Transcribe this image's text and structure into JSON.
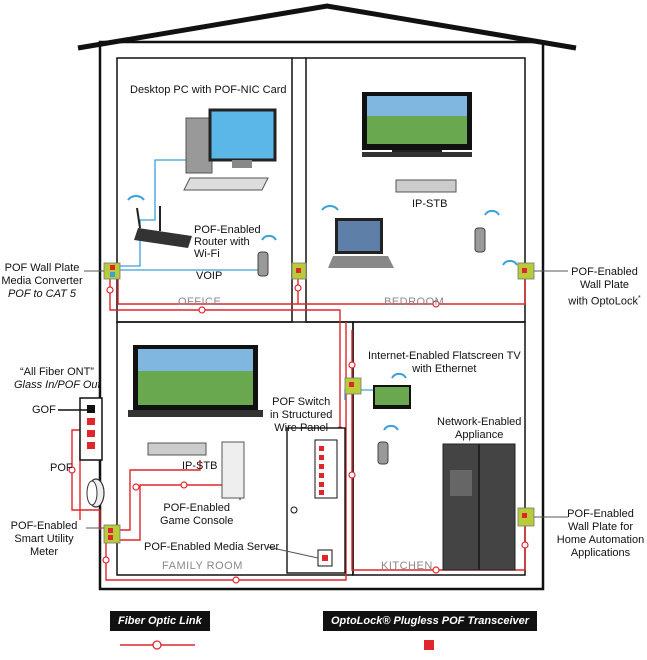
{
  "rooms": {
    "office": "OFFICE",
    "bedroom": "BEDROOM",
    "family_room": "FAMILY ROOM",
    "kitchen": "KITCHEN"
  },
  "devices": {
    "desktop_pc": "Desktop PC with POF-NIC Card",
    "router_line1": "POF-Enabled",
    "router_line2": "Router with",
    "router_line3": "Wi-Fi",
    "voip": "VOIP",
    "ipstb_bedroom": "IP-STB",
    "ipstb_family": "IP-STB",
    "flatscreen_line1": "Internet-Enabled Flatscreen TV",
    "flatscreen_line2": "with Ethernet",
    "pof_switch_line1": "POF Switch",
    "pof_switch_line2": "in Structured",
    "pof_switch_line3": "Wire Panel",
    "appliance_line1": "Network-Enabled",
    "appliance_line2": "Appliance",
    "game_line1": "POF-Enabled",
    "game_line2": "Game Console",
    "media_server": "POF-Enabled Media Server"
  },
  "callouts": {
    "wallplate_left_1": "POF Wall Plate",
    "wallplate_left_2": "Media Converter",
    "wallplate_left_3": "POF to CAT 5",
    "wallplate_right_1": "POF-Enabled",
    "wallplate_right_2": "Wall Plate",
    "wallplate_right_3": "with OptoLock",
    "ont_1": "“All Fiber ONT”",
    "ont_2": "Glass In/POF Out",
    "gof": "GOF",
    "pof": "POF",
    "meter_1": "POF-Enabled",
    "meter_2": "Smart Utility",
    "meter_3": "Meter",
    "automation_1": "POF-Enabled",
    "automation_2": "Wall Plate for",
    "automation_3": "Home Automation",
    "automation_4": "Applications"
  },
  "legend": {
    "fiber_link": "Fiber Optic Link",
    "transceiver": "OptoLock® Plugless POF Transceiver"
  },
  "colors": {
    "fiber": "#e0262b",
    "ethernet": "#3aa0d8",
    "wallplate": "#b8cc3a"
  }
}
